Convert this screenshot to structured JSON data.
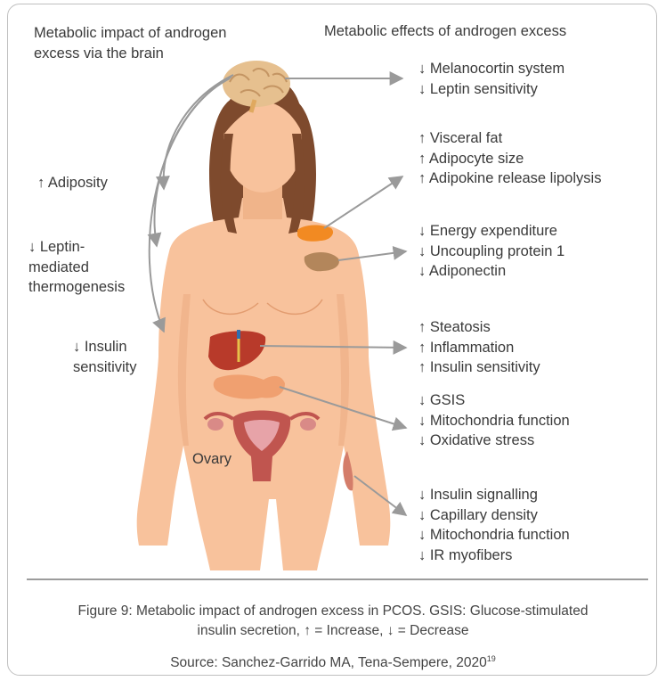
{
  "titles": {
    "left": [
      "Metabolic impact of androgen",
      "excess via the brain"
    ],
    "right": "Metabolic effects of androgen excess"
  },
  "left_labels": {
    "adiposity": "↑ Adiposity",
    "leptin": [
      "↓ Leptin-",
      "mediated",
      "thermogenesis"
    ],
    "insulin": [
      "↓ Insulin",
      "sensitivity"
    ]
  },
  "right_groups": [
    [
      "↓ Melanocortin system",
      "↓ Leptin sensitivity"
    ],
    [
      "↑ Visceral fat",
      "↑ Adipocyte size",
      "↑ Adipokine release lipolysis"
    ],
    [
      "↓ Energy expenditure",
      "↓ Uncoupling protein 1",
      "↓ Adiponectin"
    ],
    [
      "↑ Steatosis",
      "↑ Inflammation",
      "↑ Insulin sensitivity"
    ],
    [
      "↓ GSIS",
      "↓ Mitochondria function",
      "↓ Oxidative stress"
    ],
    [
      "↓ Insulin signalling",
      "↓ Capillary density",
      "↓ Mitochondria function",
      "↓ IR myofibers"
    ]
  ],
  "ovary_label": "Ovary",
  "caption": {
    "line1": "Figure 9:  Metabolic impact of androgen excess in PCOS. GSIS: Glucose-stimulated",
    "line2": "insulin secretion, ↑ = Increase, ↓ = Decrease",
    "source": "Source: Sanchez-Garrido MA, Tena-Sempere, 2020",
    "source_ref": "19"
  },
  "colors": {
    "skin": "#f8c29c",
    "skin_shade": "#e9a67c",
    "hair": "#7e4a2d",
    "arrow": "#9a9a9a",
    "brain": "#e6c08f",
    "liver": "#b83a2a",
    "pancreas": "#f0a070",
    "uterus": "#c0554f"
  }
}
